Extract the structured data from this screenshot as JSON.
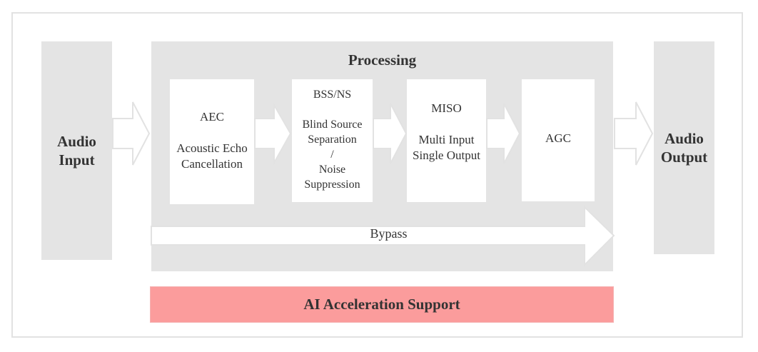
{
  "diagram": {
    "audio_input": "Audio\nInput",
    "audio_output": "Audio\nOutput",
    "processing_title": "Processing",
    "modules": {
      "aec": [
        "AEC",
        "",
        "Acoustic Echo",
        "Cancellation"
      ],
      "bss": [
        "BSS/NS",
        "",
        "Blind Source",
        "Separation",
        "/",
        "Noise",
        "Suppression"
      ],
      "miso": [
        "MISO",
        "",
        "Multi Input",
        "Single Output"
      ],
      "agc": [
        "AGC"
      ]
    },
    "bypass_label": "Bypass",
    "ai_support": "AI Acceleration Support"
  },
  "colors": {
    "panel_gray": "#e4e4e4",
    "ai_bar": "#fb9c9c",
    "text": "#333333"
  }
}
